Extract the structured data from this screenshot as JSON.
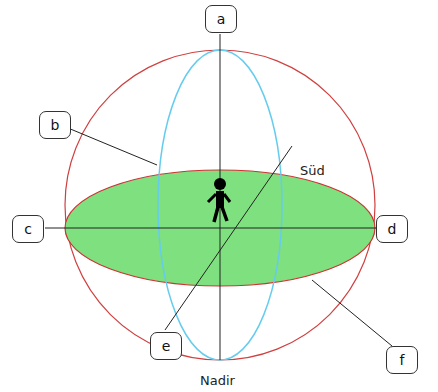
{
  "diagram": {
    "nodes": [
      {
        "text": [
          "a"
        ]
      },
      {
        "text": [
          "b"
        ]
      },
      {
        "text": [
          "c"
        ]
      },
      {
        "text": [
          "d"
        ]
      },
      {
        "text": [
          "e"
        ]
      },
      {
        "text": [
          "f"
        ]
      }
    ],
    "labels": [
      "Süd",
      "Nadir"
    ]
  }
}
